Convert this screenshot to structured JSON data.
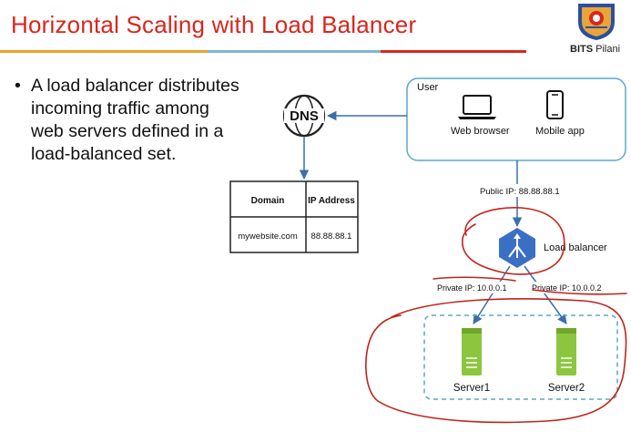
{
  "slide": {
    "title": "Horizontal Scaling with Load Balancer",
    "bullet": "A load balancer distributes incoming traffic among web servers defined in a load-balanced set.",
    "logo_text_bold": "BITS",
    "logo_text_rest": " Pilani"
  },
  "diagram": {
    "user_label": "User",
    "web_browser_label": "Web browser",
    "mobile_app_label": "Mobile app",
    "dns_label": "DNS",
    "table": {
      "headers": [
        "Domain",
        "IP Address"
      ],
      "rows": [
        [
          "mywebsite.com",
          "88.88.88.1"
        ]
      ]
    },
    "public_ip_label": "Public IP: 88.88.88.1",
    "load_balancer_label": "Load balancer",
    "private_ip_1_label": "Private IP: 10.0.0.1",
    "private_ip_2_label": "Private IP: 10.0.0.2",
    "server1_label": "Server1",
    "server2_label": "Server2"
  },
  "colors": {
    "title": "#d9261c",
    "user_box_border": "#5aa9c9",
    "arrow": "#3b6fa8",
    "server_green": "#8cc63f",
    "load_balancer_blue": "#3a6fc4",
    "annotation_red": "#c0241c"
  },
  "icons": [
    "dns-icon",
    "laptop-icon",
    "mobile-phone-icon",
    "load-balancer-icon",
    "server-icon"
  ]
}
